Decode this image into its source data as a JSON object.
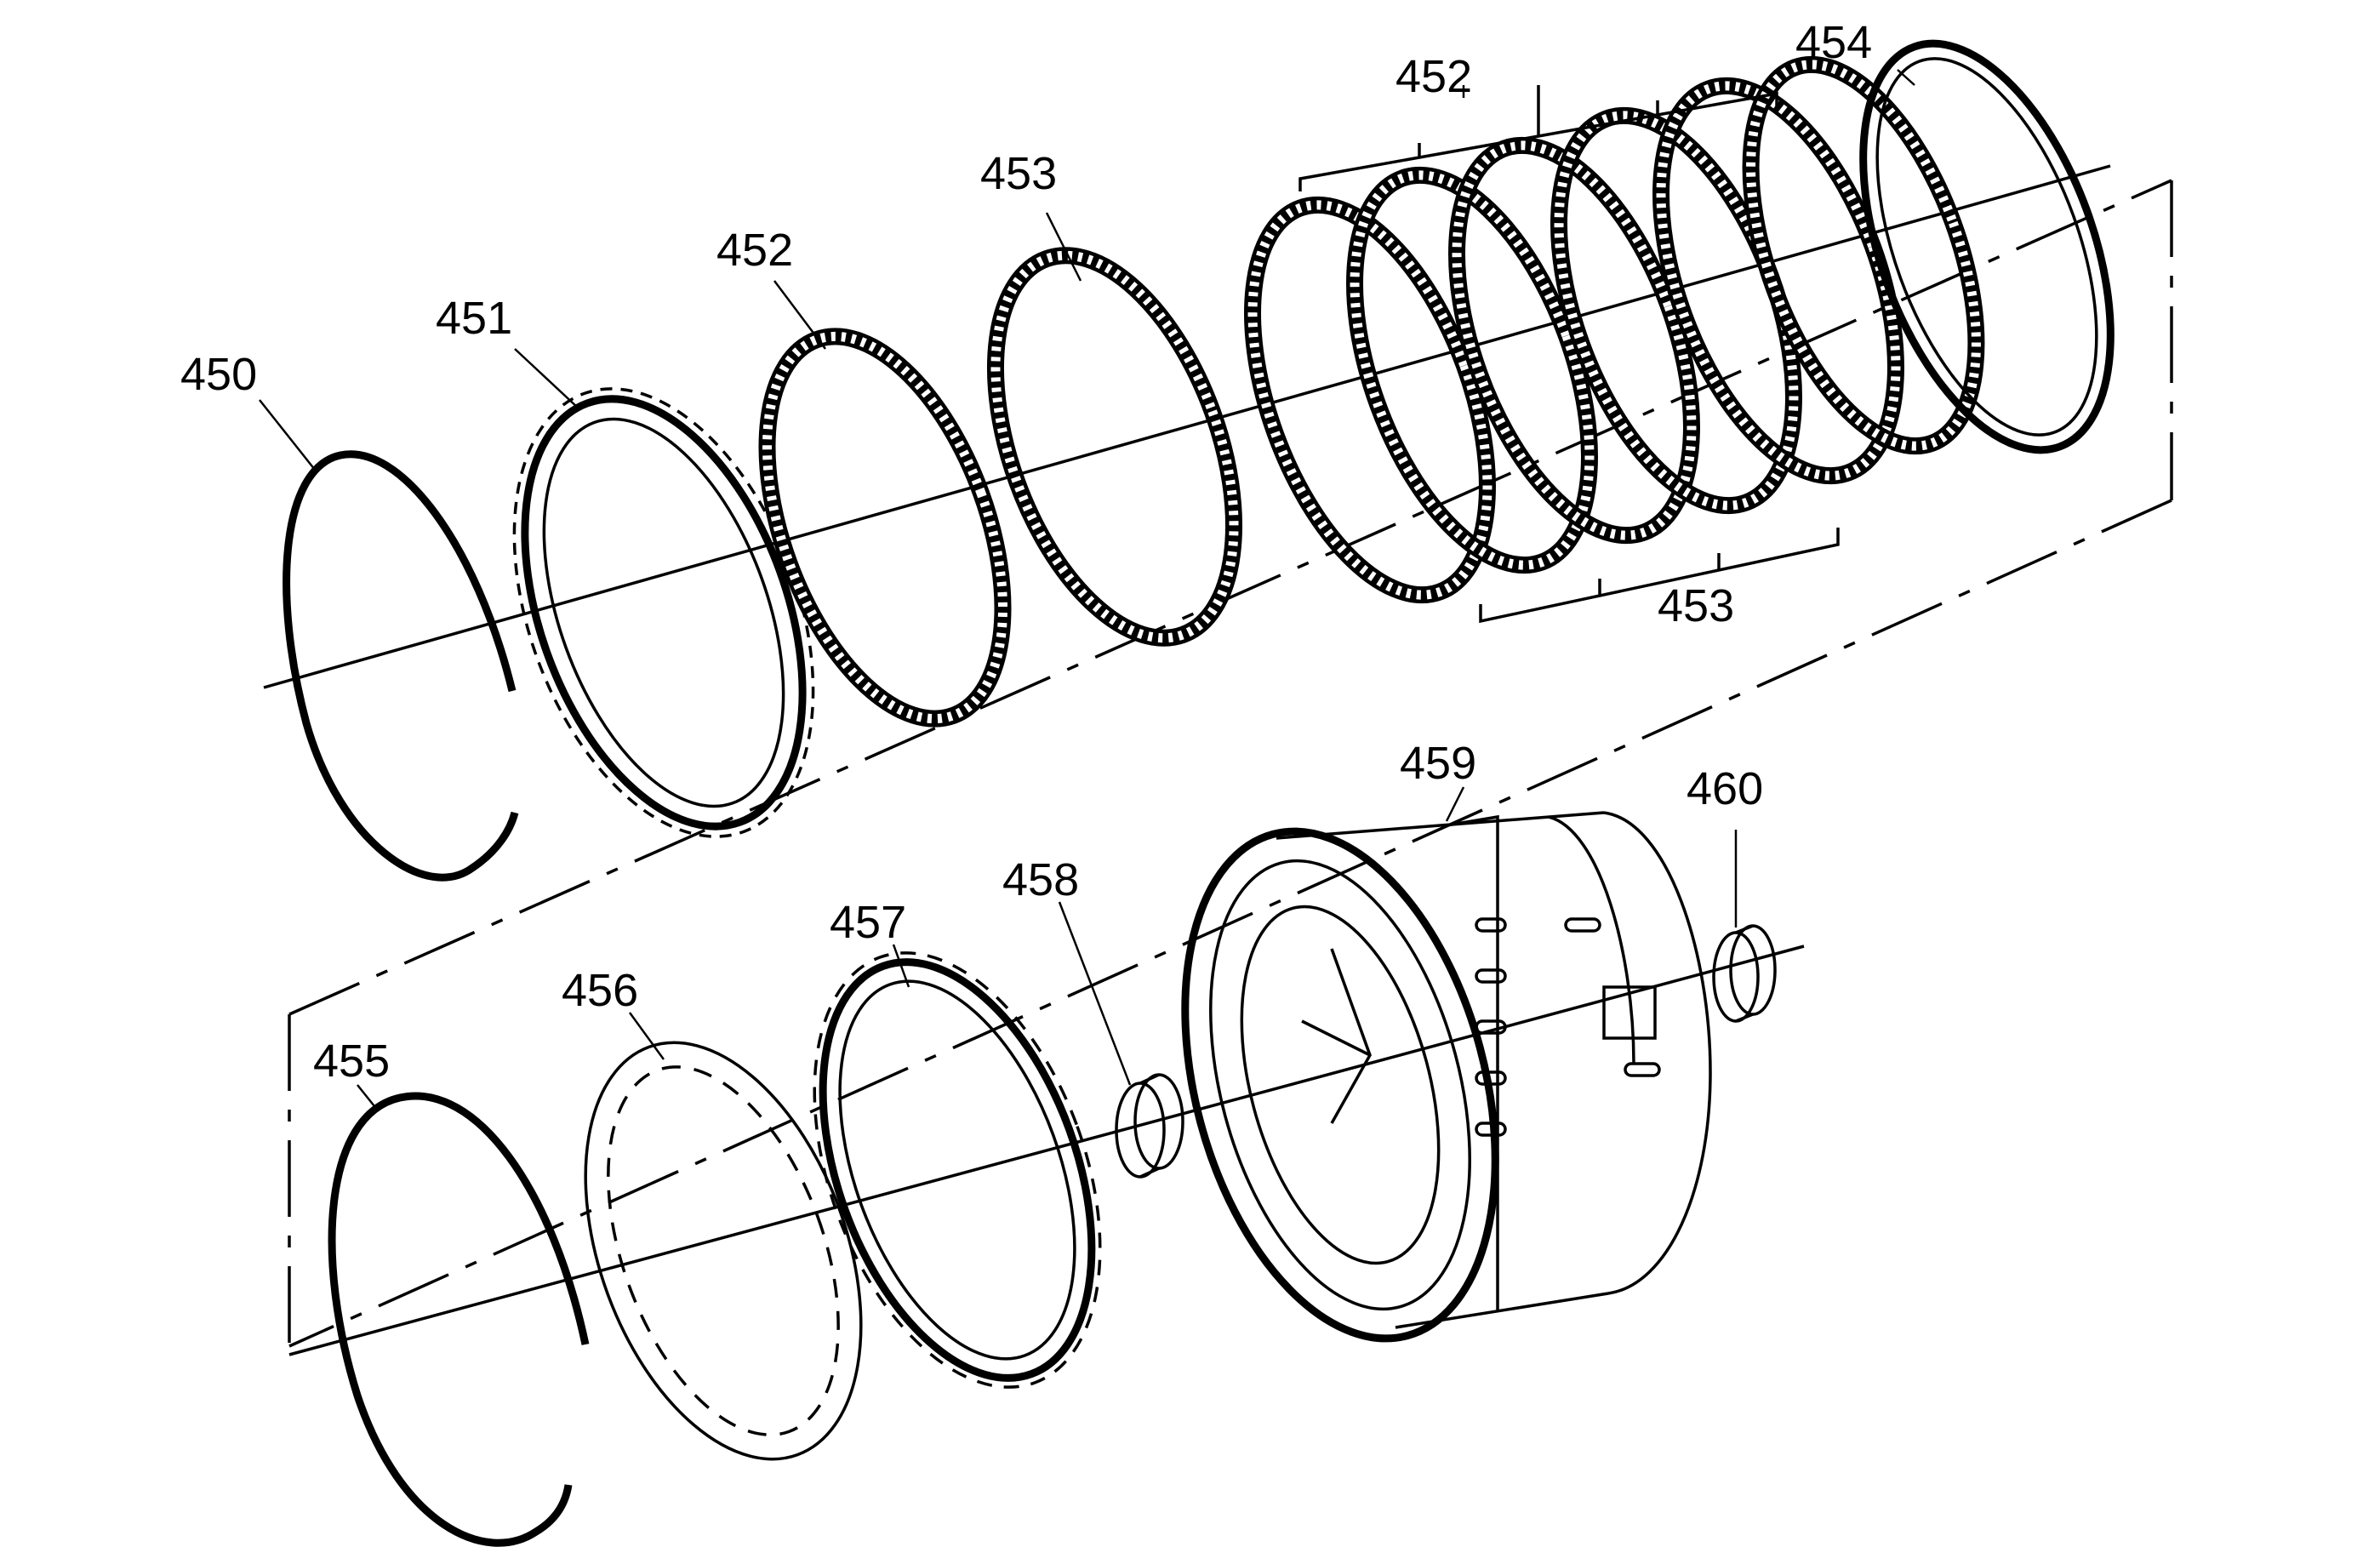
{
  "diagram": {
    "callouts": [
      {
        "id": "c450",
        "text": "450"
      },
      {
        "id": "c451",
        "text": "451"
      },
      {
        "id": "c452a",
        "text": "452"
      },
      {
        "id": "c453a",
        "text": "453"
      },
      {
        "id": "c452b",
        "text": "452"
      },
      {
        "id": "c454",
        "text": "454"
      },
      {
        "id": "c453b",
        "text": "453"
      },
      {
        "id": "c455",
        "text": "455"
      },
      {
        "id": "c456",
        "text": "456"
      },
      {
        "id": "c457",
        "text": "457"
      },
      {
        "id": "c458",
        "text": "458"
      },
      {
        "id": "c459",
        "text": "459"
      },
      {
        "id": "c460",
        "text": "460"
      }
    ]
  }
}
